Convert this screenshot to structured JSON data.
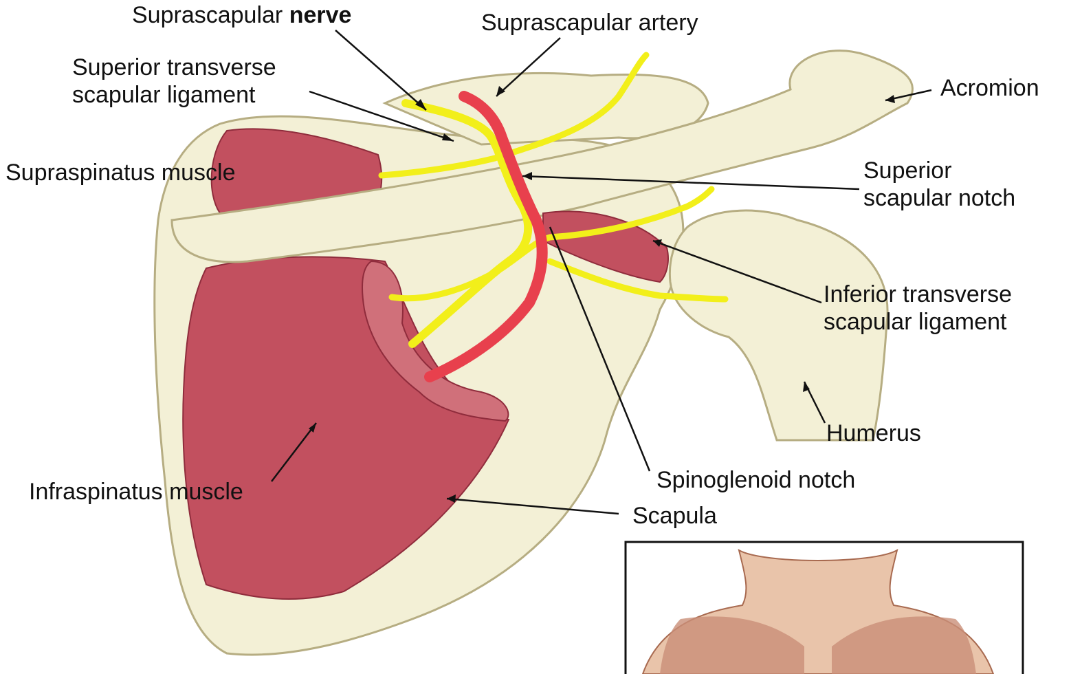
{
  "labels": {
    "suprascapular_nerve_prefix": "Suprascapular ",
    "suprascapular_nerve_bold": "nerve",
    "suprascapular_artery": "Suprascapular artery",
    "superior_transverse_ligament_line1": "Superior transverse",
    "superior_transverse_ligament_line2": "scapular ligament",
    "acromion": "Acromion",
    "supraspinatus_muscle": "Supraspinatus muscle",
    "superior_scapular_notch_line1": "Superior",
    "superior_scapular_notch_line2": "scapular notch",
    "inferior_transverse_ligament_line1": "Inferior transverse",
    "inferior_transverse_ligament_line2": "scapular ligament",
    "humerus": "Humerus",
    "spinoglenoid_notch": "Spinoglenoid notch",
    "infraspinatus_muscle": "Infraspinatus muscle",
    "scapula": "Scapula"
  },
  "colors": {
    "bone": "#f3f0d6",
    "bone_shadow": "#d9d2a8",
    "muscle": "#c2505f",
    "muscle_dark": "#8f2c3c",
    "nerve": "#f2ef1a",
    "artery": "#e8404d",
    "leader": "#111111",
    "inset_skin": "#e9c4aa"
  }
}
